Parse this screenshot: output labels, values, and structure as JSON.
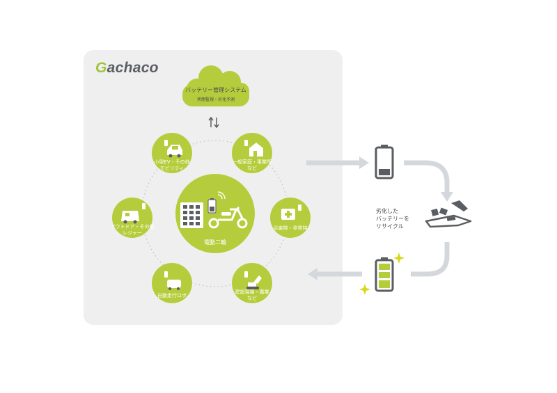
{
  "logo": {
    "first": "G",
    "rest": "achaco"
  },
  "cloud": {
    "title": "バッテリー管理システム",
    "subtitle": "状態監視・劣化予測"
  },
  "center": {
    "label": "電動二輪"
  },
  "nodes": [
    {
      "id": "ev",
      "label": "小型EV・その他\nモビリティ",
      "icon": "car-icon"
    },
    {
      "id": "home",
      "label": "一般家庭・事業所\nなど",
      "icon": "house-icon"
    },
    {
      "id": "outdoor",
      "label": "アウトドア・その他\nレジャー",
      "icon": "camper-icon"
    },
    {
      "id": "disaster",
      "label": "災害時・非常時",
      "icon": "first-aid-icon"
    },
    {
      "id": "robot",
      "label": "自動走行ロボ",
      "icon": "robot-icon"
    },
    {
      "id": "construction",
      "label": "建設現場・農業\nなど",
      "icon": "excavator-icon"
    }
  ],
  "recycle": {
    "label": "劣化した\nバッテリーを\nリサイクル"
  },
  "colors": {
    "accent": "#b5cd3c",
    "panel": "#efefef",
    "arrow": "#d4d8dd",
    "dark": "#5a5d61",
    "sparkle": "#d6d81f"
  }
}
